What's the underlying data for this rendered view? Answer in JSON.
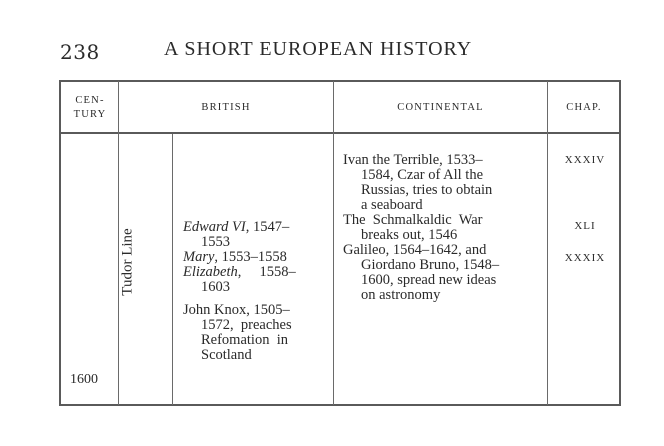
{
  "header": {
    "page_number": "238",
    "running_title": "A SHORT EUROPEAN HISTORY"
  },
  "table": {
    "columns": {
      "century": [
        "CEN-",
        "TURY"
      ],
      "british": "BRITISH",
      "continental": "CONTINENTAL",
      "chap": "CHAP."
    },
    "century_value": "1600",
    "dynasty": "Tudor Line",
    "british_entries": [
      {
        "name": "Edward VI",
        "rest": ", 1547–",
        "cont": "1553"
      },
      {
        "name": "Mary",
        "rest": ", 1553–1558",
        "cont": ""
      },
      {
        "name": "Elizabeth",
        "rest": ",     1558–",
        "cont": "1603"
      }
    ],
    "knox_lines": [
      "John Knox, 1505–",
      "1572,  preaches",
      "Refomation  in",
      "Scotland"
    ],
    "continental_lines": [
      "Ivan the Terrible, 1533–",
      "1584, Czar of All the",
      "Russias, tries to obtain",
      "a seaboard",
      "The  Schmalkaldic  War",
      "breaks out, 1546",
      "Galileo, 1564–1642, and",
      "Giordano Bruno, 1548–",
      "1600, spread new ideas",
      "on astronomy"
    ],
    "chapters": [
      "XXXIV",
      "XLI",
      "XXXIX"
    ]
  }
}
